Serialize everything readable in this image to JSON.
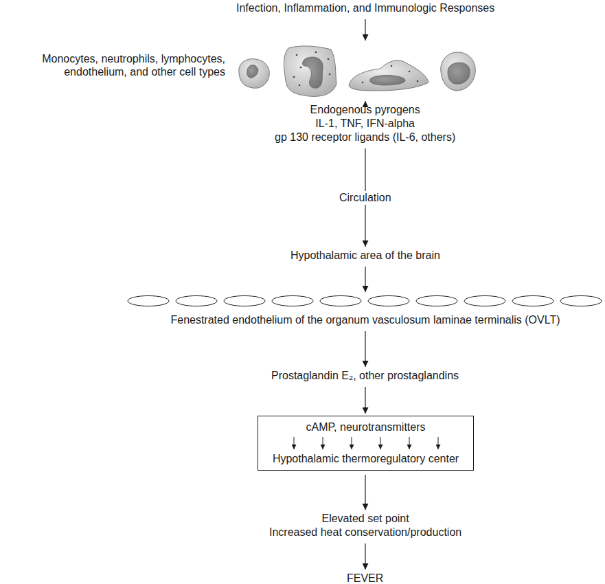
{
  "diagram": {
    "nodes": [
      {
        "text": [
          "Infection, Inflammation, and Immunologic Responses"
        ]
      },
      {
        "text": [
          "Monocytes, neutrophils, lymphocytes, endothelium, and other cell types"
        ]
      },
      {
        "text": [
          "Endogenous pyrogens",
          "IL-1, TNF, IFN-alpha",
          "gp 130 receptor ligands (IL-6, others)"
        ]
      },
      {
        "text": [
          "Hypothalamic area of the brain"
        ]
      },
      {
        "text": [
          "Fenestrated endothelium of the organum vasculosum laminae terminalis (OVLT)"
        ]
      },
      {
        "text": [
          "Prostaglandin E₂, other prostaglandins"
        ]
      },
      {
        "text": [
          "cAMP, neurotransmitters",
          "Hypothalamic thermoregulatory center"
        ]
      },
      {
        "text": [
          "Elevated set point",
          "Increased heat conservation/production"
        ]
      },
      {
        "text": [
          "FEVER"
        ]
      }
    ],
    "edges": [
      {
        "from": 0,
        "to": 1,
        "arrow": "to"
      },
      {
        "from": 1,
        "to": 2,
        "arrow": "to"
      },
      {
        "from": 2,
        "to": 3,
        "label": "Circulation",
        "arrow": "to"
      },
      {
        "from": 3,
        "to": 4,
        "arrow": "to"
      },
      {
        "from": 4,
        "to": 5,
        "arrow": "to"
      },
      {
        "from": 5,
        "to": 6,
        "arrow": "to"
      },
      {
        "from": 6,
        "to": 7,
        "arrow": "to"
      },
      {
        "from": 7,
        "to": 8,
        "arrow": "to"
      }
    ]
  }
}
